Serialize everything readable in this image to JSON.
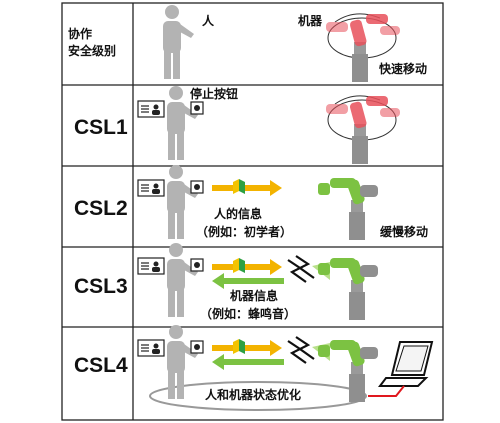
{
  "header": {
    "level_label_line1": "协作",
    "level_label_line2": "安全级别",
    "person_label": "人",
    "robot_label": "机器",
    "speed_label": "快速移动"
  },
  "rows": [
    {
      "level": "CSL1",
      "note": "停止按钮"
    },
    {
      "level": "CSL2",
      "note_line1": "人的信息",
      "note_line2": "（例如：初学者）",
      "speed_label": "缓慢移动"
    },
    {
      "level": "CSL3",
      "note_line1": "机器信息",
      "note_line2": "（例如：蜂鸣音）"
    },
    {
      "level": "CSL4",
      "note": "人和机器状态优化"
    }
  ],
  "icons": [
    "person-icon",
    "id-card-icon",
    "stop-button-icon",
    "beginner-mark-icon",
    "buzzer-icon",
    "robot-arm-icon",
    "laptop-icon"
  ],
  "colors": {
    "person": "#b3b3b3",
    "robot_fast": "#e8505b",
    "robot_slow": "#7cc242",
    "arrow_yellow": "#f3b300",
    "arrow_green": "#7cc242",
    "link_red": "#e0181e"
  }
}
